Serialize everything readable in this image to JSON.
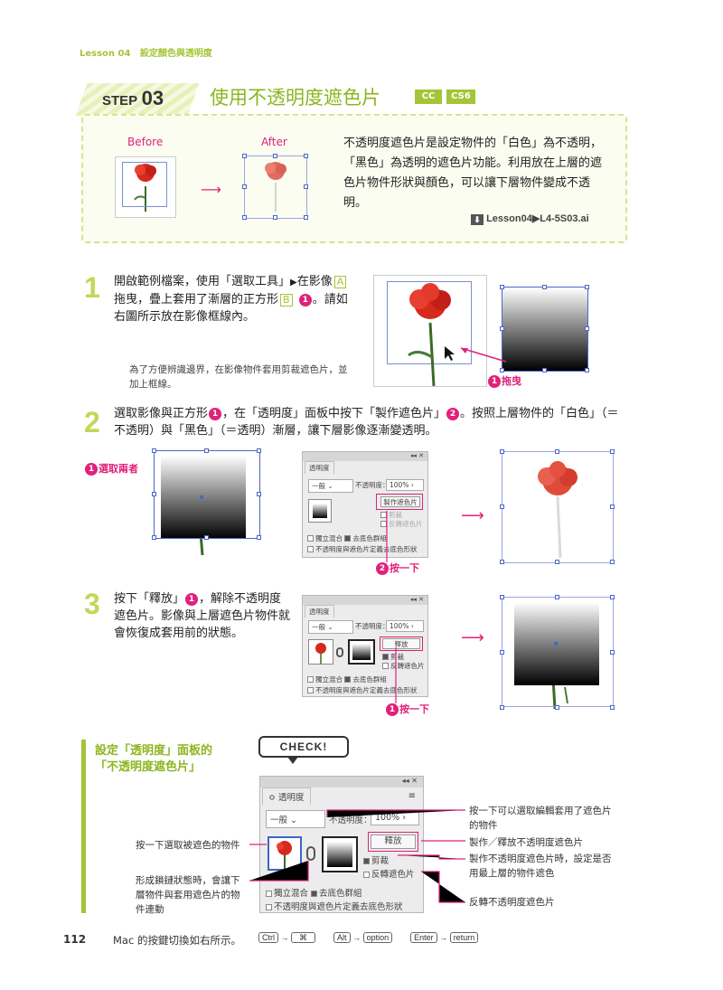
{
  "header": {
    "lesson": "Lesson 04",
    "title": "設定顏色與透明度"
  },
  "step": {
    "label": "STEP",
    "number": "03",
    "title": "使用不透明度遮色片",
    "badges": [
      "CC",
      "CS6"
    ]
  },
  "intro": {
    "before": "Before",
    "after": "After",
    "text": "不透明度遮色片是設定物件的「白色」為不透明，「黑色」為透明的遮色片功能。利用放在上層的遮色片物件形狀與顏色，可以讓下層物件變成不透明。",
    "file_lesson": "Lesson04",
    "file_arrow": "▶",
    "file_name": "L4-5S03.ai"
  },
  "s1": {
    "num": "1",
    "t1": "開啟範例檔案，使用「選取工具」",
    "t2": "在影像",
    "A": "A",
    "t3": "拖曳，疊上套用了漸層的正方形",
    "B": "B",
    "c1": "1",
    "t4": "。請如右圖所示放在影像框線內。",
    "note": "為了方便辨識邊界，在影像物件套用剪裁遮色片，並加上框線。",
    "drag_num": "1",
    "drag": "拖曳"
  },
  "s2": {
    "num": "2",
    "t1": "選取影像與正方形",
    "c1": "1",
    "t2": "，在「透明度」面板中按下「製作遮色片」",
    "c2": "2",
    "t3": "。按照上層物件的「白色」（＝不透明）與「黑色」（＝透明）漸層，讓下層影像逐漸變透明。",
    "select_num": "1",
    "select": "選取兩者",
    "click_num": "2",
    "click": "按一下"
  },
  "s3": {
    "num": "3",
    "t1": "按下「釋放」",
    "c1": "1",
    "t2": "，解除不透明度遮色片。影像與上層遮色片物件就會恢復成套用前的狀態。",
    "click_num": "1",
    "click": "按一下"
  },
  "panel": {
    "title": "透明度",
    "mode": "一般",
    "opacity_label": "不透明度：",
    "opacity": "100%",
    "make": "製作遮色片",
    "release": "釋放",
    "clip": "剪裁",
    "invert": "反轉遮色片",
    "isolate": "獨立混合",
    "knockout": "去底色群組",
    "define": "不透明度與遮色片定義去底色形狀"
  },
  "check": {
    "badge": "CHECK!",
    "title1": "設定「透明度」面板的",
    "title2": "「不透明度遮色片」",
    "c_left1": "按一下選取被遮色的物件",
    "c_left2": "形成鎖鏈狀態時，會讓下層物件與套用遮色片的物件連動",
    "c_r1": "按一下可以選取編輯套用了遮色片的物件",
    "c_r2": "製作／釋放不透明度遮色片",
    "c_r3": "製作不透明度遮色片時，設定是否用最上層的物件遮色",
    "c_r4": "反轉不透明度遮色片"
  },
  "footer": {
    "page": "112",
    "text": "Mac 的按鍵切換如右所示。",
    "keys": [
      [
        "Ctrl",
        "⌘"
      ],
      [
        "Alt",
        "option"
      ],
      [
        "Enter",
        "return"
      ]
    ],
    "arrow": "→"
  }
}
